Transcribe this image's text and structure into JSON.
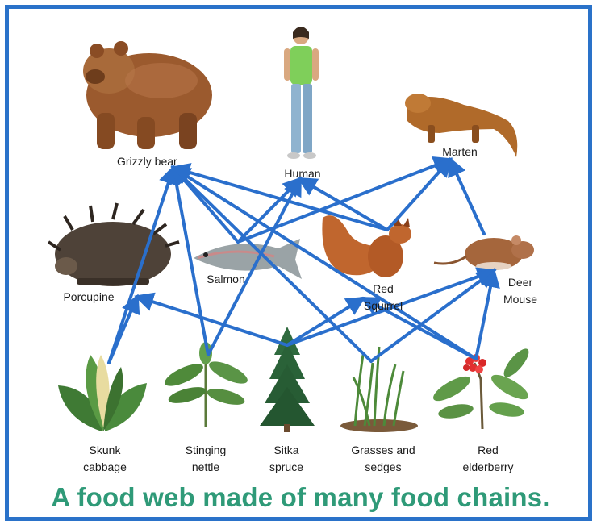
{
  "title": "A food web made of many food chains.",
  "colors": {
    "border": "#2a72c9",
    "arrow": "#2a6fcc",
    "caption": "#2f9a78"
  },
  "organisms": [
    {
      "id": "grizzly",
      "name": "Grizzly bear",
      "icon": "grizzly-bear-image"
    },
    {
      "id": "human",
      "name": "Human",
      "icon": "human-image"
    },
    {
      "id": "marten",
      "name": "Marten",
      "icon": "marten-image"
    },
    {
      "id": "porcupine",
      "name": "Porcupine",
      "icon": "porcupine-image"
    },
    {
      "id": "salmon",
      "name": "Salmon",
      "icon": "salmon-image"
    },
    {
      "id": "squirrel",
      "name": "Red\nSquirrel",
      "icon": "red-squirrel-image"
    },
    {
      "id": "mouse",
      "name": "Deer\nMouse",
      "icon": "deer-mouse-image"
    },
    {
      "id": "skunk",
      "name": "Skunk\ncabbage",
      "icon": "skunk-cabbage-image"
    },
    {
      "id": "nettle",
      "name": "Stinging\nnettle",
      "icon": "stinging-nettle-image"
    },
    {
      "id": "spruce",
      "name": "Sitka\nspruce",
      "icon": "sitka-spruce-image"
    },
    {
      "id": "grasses",
      "name": "Grasses and\nsedges",
      "icon": "grasses-image"
    },
    {
      "id": "elderberry",
      "name": "Red\nelderberry",
      "icon": "red-elderberry-image"
    }
  ],
  "arrows": [
    {
      "from": "skunk",
      "to": "grizzly"
    },
    {
      "from": "skunk",
      "to": "porcupine"
    },
    {
      "from": "nettle",
      "to": "grizzly"
    },
    {
      "from": "nettle",
      "to": "human"
    },
    {
      "from": "spruce",
      "to": "porcupine"
    },
    {
      "from": "spruce",
      "to": "mouse"
    },
    {
      "from": "grasses",
      "to": "grizzly"
    },
    {
      "from": "grasses",
      "to": "mouse"
    },
    {
      "from": "elderberry",
      "to": "grizzly"
    },
    {
      "from": "elderberry",
      "to": "mouse"
    },
    {
      "from": "elderberry",
      "to": "squirrel"
    },
    {
      "from": "salmon",
      "to": "grizzly"
    },
    {
      "from": "salmon",
      "to": "human"
    },
    {
      "from": "salmon",
      "to": "marten"
    },
    {
      "from": "squirrel",
      "to": "grizzly"
    },
    {
      "from": "squirrel",
      "to": "human"
    },
    {
      "from": "squirrel",
      "to": "marten"
    },
    {
      "from": "mouse",
      "to": "marten"
    },
    {
      "from": "spruce",
      "to": "squirrel"
    }
  ]
}
